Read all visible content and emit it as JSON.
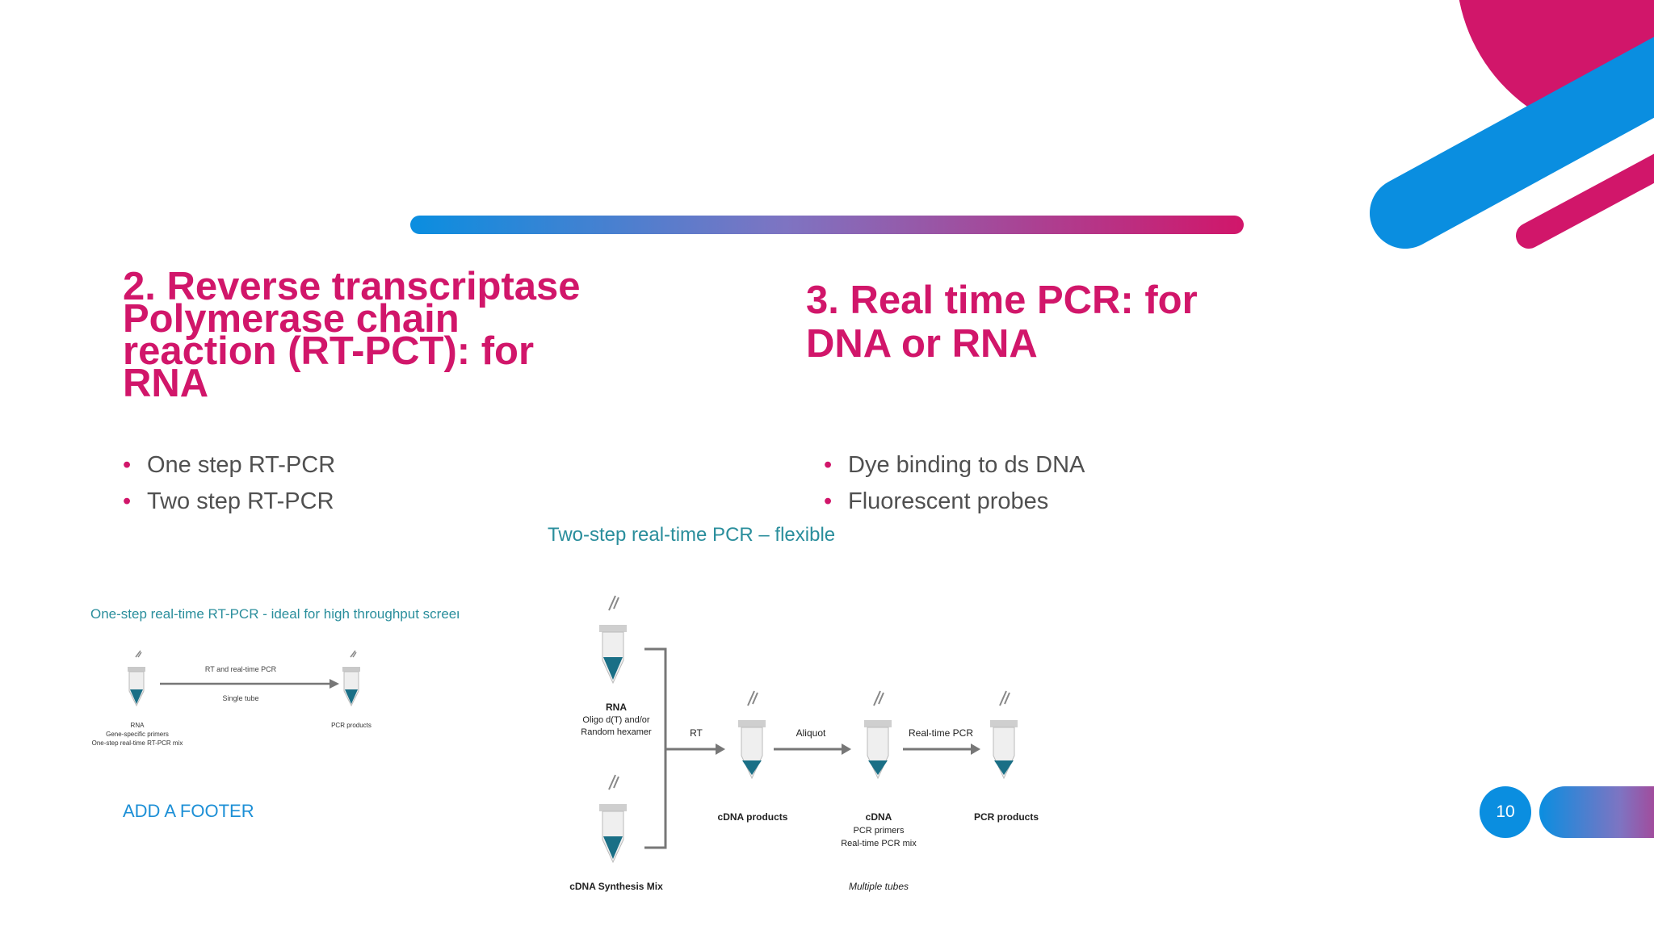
{
  "slide": {
    "heading_left": "2. Reverse transcriptase Polymerase chain reaction (RT-PCT): for RNA",
    "heading_right": "3. Real time PCR: for DNA or RNA",
    "bullets_left": [
      "One step RT-PCR",
      "Two step RT-PCR"
    ],
    "bullets_right": [
      "Dye binding to ds DNA",
      "Fluorescent probes"
    ],
    "footer": "ADD A FOOTER",
    "page_number": "10"
  },
  "one_step_diagram": {
    "title": "One-step real-time RT-PCR - ideal for high throughput screening",
    "arrow_label_top": "RT and real-time PCR",
    "arrow_label_bottom": "Single tube",
    "left_label_1": "RNA",
    "left_label_2": "Gene-specific primers",
    "left_label_3": "One-step real-time RT-PCR mix",
    "right_label": "PCR products"
  },
  "two_step_diagram": {
    "title": "Two-step real-time PCR – flexible",
    "rna_label": "RNA",
    "rna_sub_1": "Oligo d(T) and/or",
    "rna_sub_2": "Random hexamer",
    "synthesis_label": "cDNA Synthesis Mix",
    "rt_label": "RT",
    "aliquot_label": "Aliquot",
    "realtime_label": "Real-time PCR",
    "cdna_products_label": "cDNA products",
    "cdna_label": "cDNA",
    "cdna_sub_1": "PCR primers",
    "cdna_sub_2": "Real-time PCR mix",
    "multiple_tubes_label": "Multiple tubes",
    "pcr_products_label": "PCR products"
  },
  "colors": {
    "accent_pink": "#d1166a",
    "accent_blue": "#0a8ee0",
    "diagram_teal": "#2a8e9c",
    "tube_liquid": "#1a6f86"
  }
}
